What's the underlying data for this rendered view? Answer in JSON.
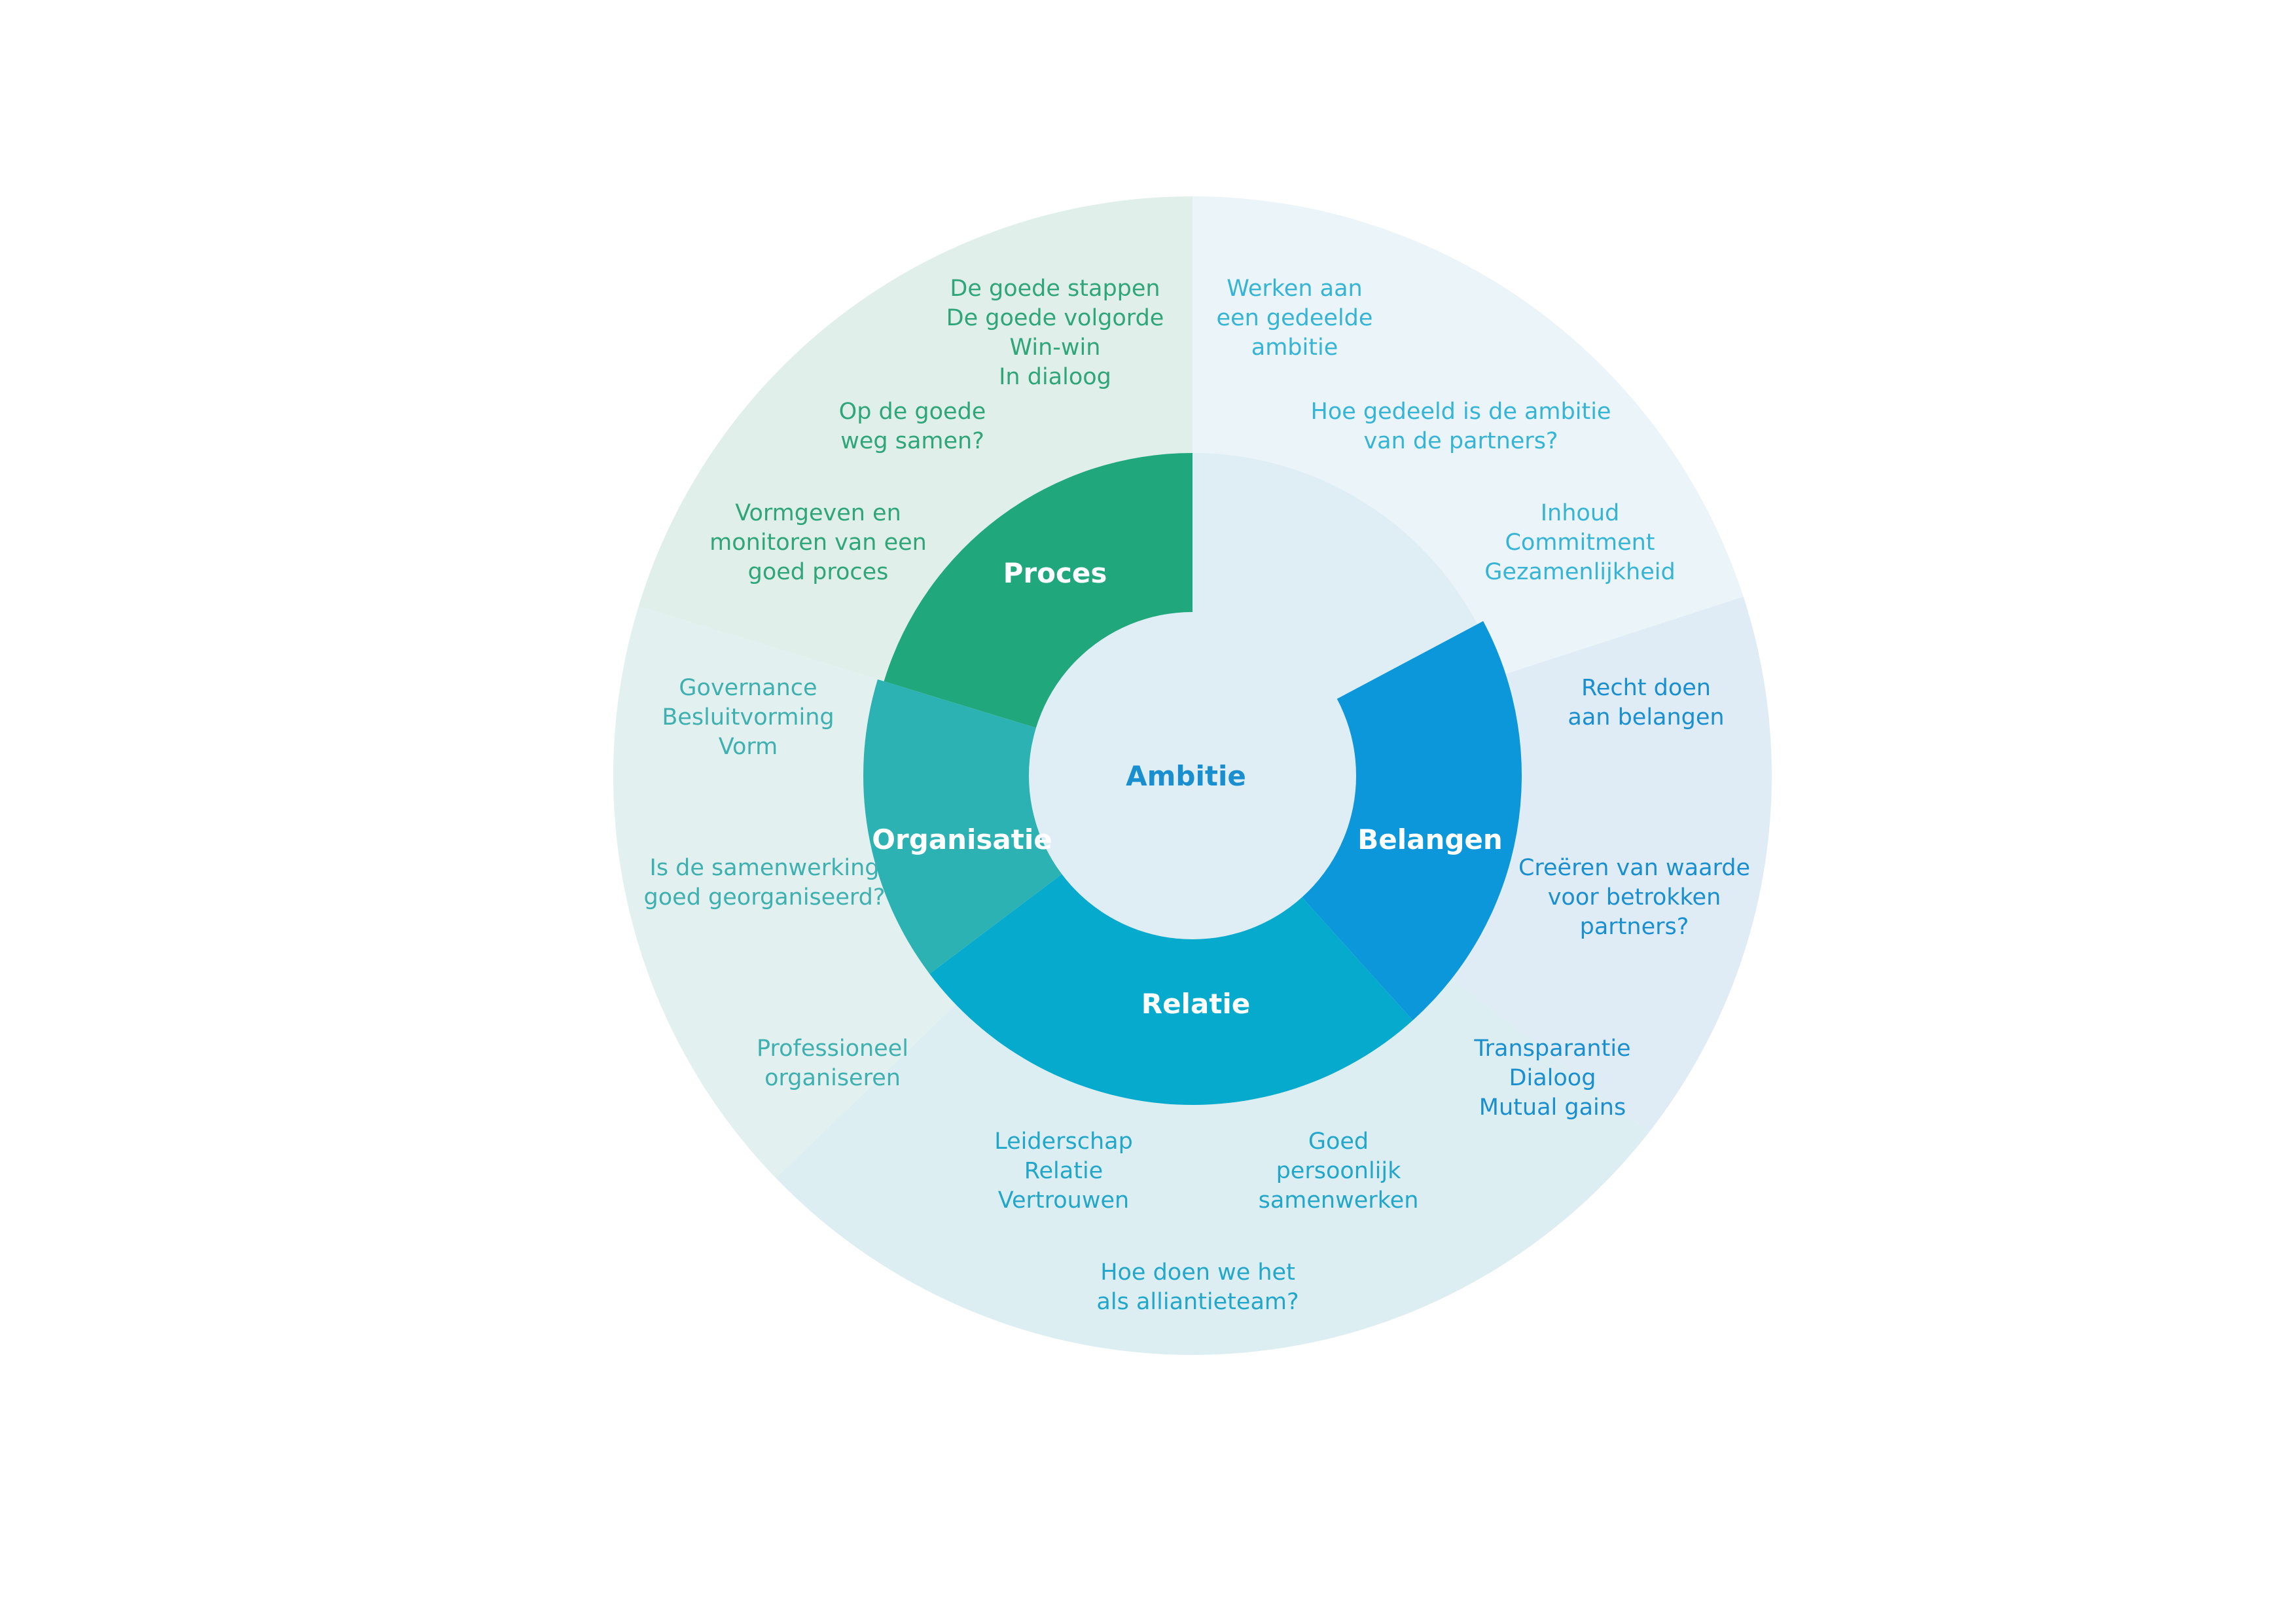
{
  "center": {
    "label": "Ambitie"
  },
  "segments": [
    {
      "id": "proces",
      "label": "Proces",
      "color": "#20a87c",
      "outer_color": "#e0efea",
      "text_color": "#2fa57a",
      "texts": [
        {
          "id": "kernwoorden",
          "lines": [
            "De goede stappen",
            "De goede volgorde",
            "Win-win",
            "In dialoog"
          ]
        },
        {
          "id": "vraag",
          "lines": [
            "Op de goede",
            "weg samen?"
          ]
        },
        {
          "id": "opgave",
          "lines": [
            "Vormgeven en",
            "monitoren van een",
            "goed proces"
          ]
        }
      ]
    },
    {
      "id": "ambitie",
      "label": "",
      "color": "#dfedf5",
      "outer_color": "#ebf4f8",
      "text_color": "#35b4d6",
      "texts": [
        {
          "id": "opgave",
          "lines": [
            "Werken aan",
            "een gedeelde",
            "ambitie"
          ]
        },
        {
          "id": "vraag",
          "lines": [
            "Hoe gedeeld is de ambitie",
            "van de partners?"
          ]
        },
        {
          "id": "kernwoorden",
          "lines": [
            "Inhoud",
            "Commitment",
            "Gezamenlijkheid"
          ]
        }
      ]
    },
    {
      "id": "belangen",
      "label": "Belangen",
      "color": "#0b97d9",
      "outer_color": "#dfecf5",
      "text_color": "#1a8fd0",
      "texts": [
        {
          "id": "opgave",
          "lines": [
            "Recht doen",
            "aan belangen"
          ]
        },
        {
          "id": "vraag",
          "lines": [
            "Creëren van waarde",
            "voor betrokken",
            "partners?"
          ]
        },
        {
          "id": "kernwoorden",
          "lines": [
            "Transparantie",
            "Dialoog",
            "Mutual gains"
          ]
        }
      ]
    },
    {
      "id": "relatie",
      "label": "Relatie",
      "color": "#06aacd",
      "outer_color": "#ddeef2",
      "text_color": "#22a7cb",
      "texts": [
        {
          "id": "opgave",
          "lines": [
            "Goed",
            "persoonlijk",
            "samenwerken"
          ]
        },
        {
          "id": "vraag",
          "lines": [
            "Hoe doen we het",
            "als alliantieteam?"
          ]
        },
        {
          "id": "kernwoorden",
          "lines": [
            "Leiderschap",
            "Relatie",
            "Vertrouwen"
          ]
        }
      ]
    },
    {
      "id": "organisatie",
      "label": "Organisatie",
      "color": "#2db2b3",
      "outer_color": "#e2f0ef",
      "text_color": "#3fb0b0",
      "texts": [
        {
          "id": "opgave",
          "lines": [
            "Professioneel",
            "organiseren"
          ]
        },
        {
          "id": "vraag",
          "lines": [
            "Is de samenwerking",
            "goed georganiseerd?"
          ]
        },
        {
          "id": "kernwoorden",
          "lines": [
            "Governance",
            "Besluitvorming",
            "Vorm"
          ]
        }
      ]
    }
  ]
}
